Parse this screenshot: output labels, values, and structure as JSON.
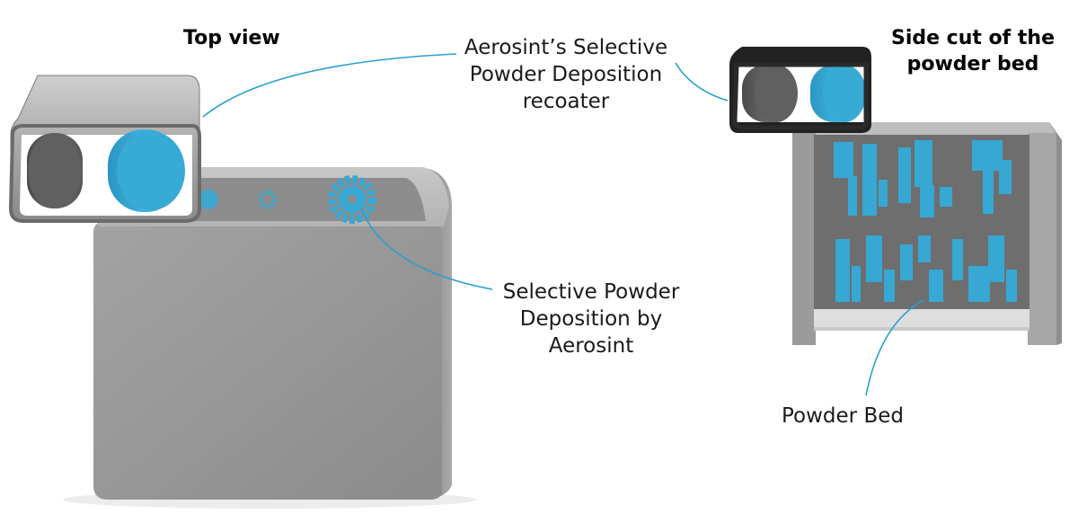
{
  "titles": {
    "top_view": "Top view",
    "side_cut_line1": "Side cut of the",
    "side_cut_line2": "powder bed"
  },
  "labels": {
    "recoater_line1": "Aerosint’s Selective",
    "recoater_line2": "Powder Deposition",
    "recoater_line3": "recoater",
    "spd_line1": "Selective Powder",
    "spd_line2": "Deposition by",
    "spd_line3": "Aerosint",
    "powder_bed": "Powder Bed"
  },
  "colors": {
    "powder_blue": "#36a8d3",
    "leader_line": "#2a9fd0",
    "box_grey": "#9a9a9a",
    "roller_grey": "#555555",
    "bed_dark": "#6e6e6e",
    "housing_dark": "#1f1f1f"
  }
}
